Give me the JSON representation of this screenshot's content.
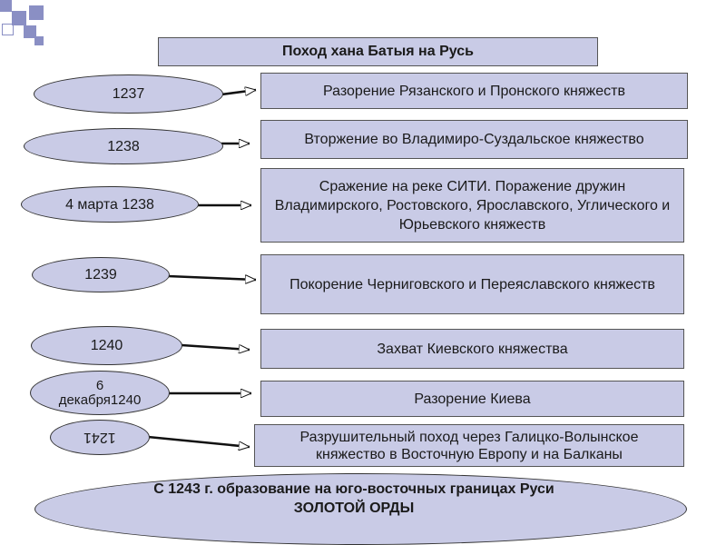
{
  "title": "Поход хана Батыя на Русь",
  "events": [
    {
      "date": "1237",
      "text": "Разорение Рязанского и Пронского княжеств"
    },
    {
      "date": "1238",
      "text": "Вторжение во Владимиро-Суздальское княжество"
    },
    {
      "date": "4 марта 1238",
      "text": "Сражение на реке СИТИ. Поражение дружин Владимирского, Ростовского, Ярославского, Углического и Юрьевского княжеств"
    },
    {
      "date": "1239",
      "text": "Покорение Черниговского и Переяславского княжеств"
    },
    {
      "date": "1240",
      "text": "Захват Киевского княжества"
    },
    {
      "date": "6 декабря1240",
      "text": "Разорение Киева"
    },
    {
      "date": "1241",
      "text": "Разрушительный поход через Галицко-Волынское княжество в Восточную Европу и на Балканы"
    }
  ],
  "conclusion": "С 1243 г. образование на юго-восточных границах Руси ЗОЛОТОЙ ОРДЫ",
  "colors": {
    "fill": "#c9cbe6",
    "decor": "#8a8fc4"
  }
}
